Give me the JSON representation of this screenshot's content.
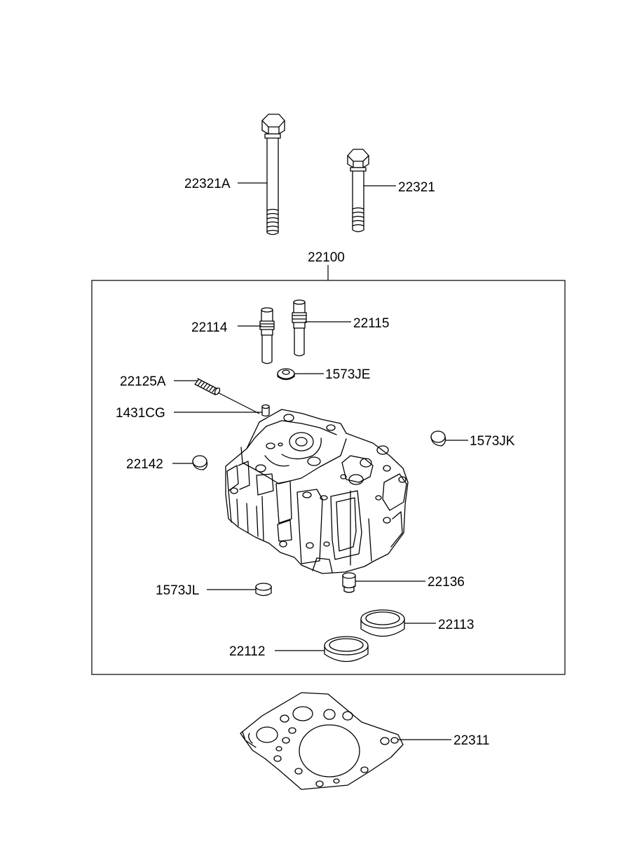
{
  "labels": {
    "bolt_long": "22321A",
    "bolt_short": "22321",
    "head_assembly": "22100",
    "guide_intake": "22114",
    "guide_exhaust": "22115",
    "washer_1573je": "1573JE",
    "stud": "22125A",
    "pin": "1431CG",
    "plug_1573jk": "1573JK",
    "plug_22142": "22142",
    "plug_1573jl": "1573JL",
    "dowel": "22136",
    "ring_22113": "22113",
    "ring_22112": "22112",
    "gasket": "22311"
  }
}
